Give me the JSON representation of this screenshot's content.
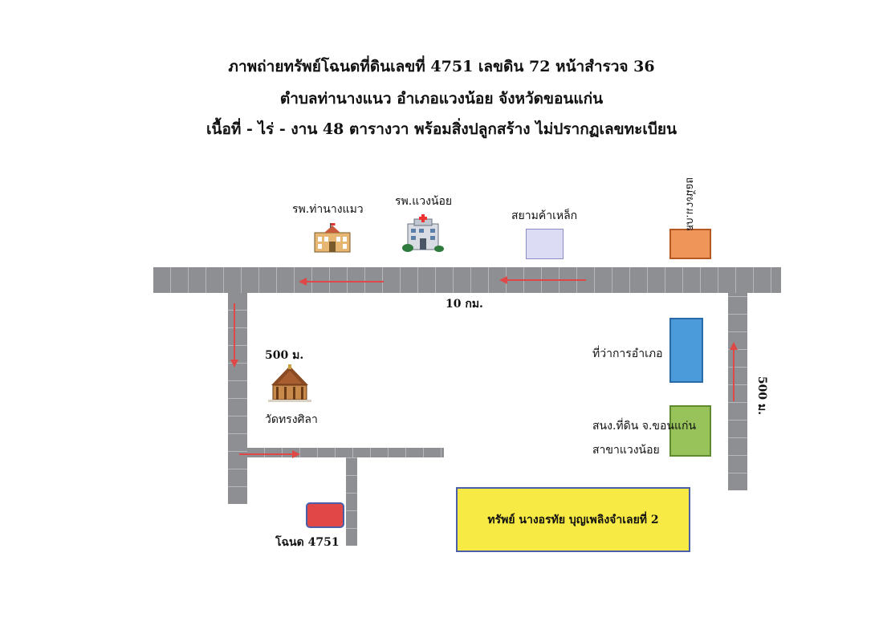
{
  "title": {
    "line1": "ภาพถ่ายทรัพย์โฉนดที่ดินเลขที่ 4751  เลขดิน 72  หน้าสำรวจ 36",
    "line2": "ตำบลท่านางแนว  อำเภอแวงน้อย  จังหวัดขอนแก่น",
    "line3": "เนื้อที่  - ไร่  -  งาน  48  ตารางวา พร้อมสิ่งปลูกสร้าง ไม่ปรากฏเลขทะเบียน"
  },
  "landmarks": {
    "hospital1": "รพ.ท่านางแมว",
    "hospital2": "รพ.แวงน้อย",
    "siam_steel": "สยามค้าเหล็ก",
    "police": "สภ.แวงน้อย",
    "district_office": "ที่ว่าการอำเภอ",
    "land_office_1": "สนง.ที่ดิน จ.ขอนแก่น",
    "land_office_2": "สาขาแวงน้อย",
    "temple": "วัดทรงศิลา",
    "deed": "โฉนด 4751"
  },
  "distances": {
    "main_road": "10  กม.",
    "left_road": "500  ม.",
    "right_road": "500  ม."
  },
  "property_banner": "ทรัพย์ นางอรทัย  บุญเพลิงจำเลยที่ 2",
  "colors": {
    "road": "#8e8f93",
    "arrow": "#e04848",
    "siam_steel_box": "#dcdcf4",
    "police_box": "#f0955a",
    "district_office_box": "#4b9ad9",
    "land_office_box": "#98c35a",
    "property_box": "#f7ea45",
    "deed_box": "#e04848"
  }
}
